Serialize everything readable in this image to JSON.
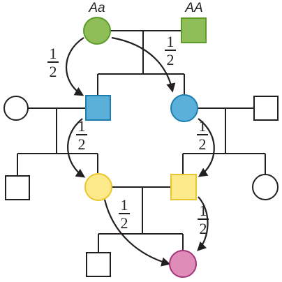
{
  "genotypes": {
    "female_ancestor": "Aa",
    "male_ancestor": "AA"
  },
  "probabilities": {
    "p1": "1",
    "p1_den": "2",
    "p2": "1",
    "p2_den": "2",
    "p3": "1",
    "p3_den": "2",
    "p4": "1",
    "p4_den": "2",
    "p5": "1",
    "p5_den": "2",
    "p6": "1",
    "p6_den": "2"
  },
  "colors": {
    "green_fill": "#8fbe58",
    "green_stroke": "#5f9a2c",
    "blue_fill": "#5ab0d8",
    "blue_stroke": "#1d7fb0",
    "yellow_fill": "#fbe98a",
    "yellow_stroke": "#e9c62e",
    "pink_fill": "#e08cb8",
    "pink_stroke": "#a1357a",
    "plain_fill": "#ffffff",
    "plain_stroke": "#231f20"
  }
}
